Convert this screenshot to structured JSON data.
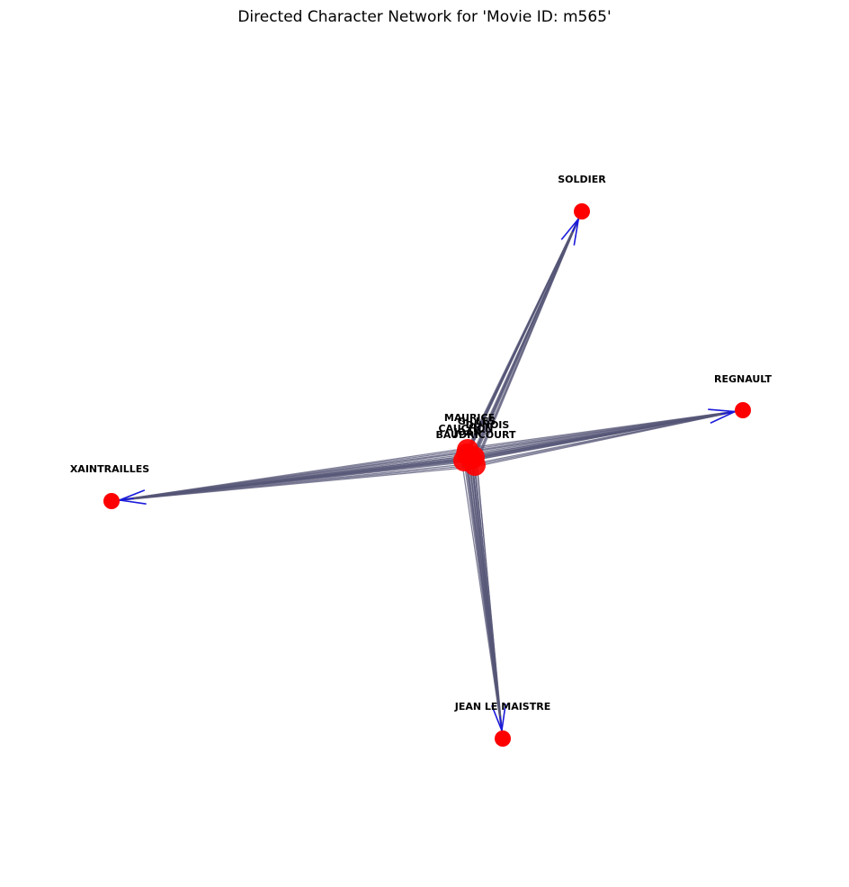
{
  "title": "Directed Character Network for 'Movie ID: m565'",
  "colors": {
    "node": "#ff0000",
    "edge": "#555577",
    "arrow": "#1a1adb",
    "label": "#000000"
  },
  "chart_data": {
    "type": "network",
    "directed": true,
    "nodes": [
      {
        "id": "SOLDIER",
        "label": "SOLDIER",
        "group": "outer"
      },
      {
        "id": "REGNAULT",
        "label": "REGNAULT",
        "group": "outer"
      },
      {
        "id": "XAINTRAILLES",
        "label": "XAINTRAILLES",
        "group": "outer"
      },
      {
        "id": "JEAN LE MAISTRE",
        "label": "JEAN LE MAISTRE",
        "group": "outer"
      },
      {
        "id": "MAURICE",
        "label": "MAURICE",
        "group": "hub"
      },
      {
        "id": "DUNOIS",
        "label": "DUNOIS",
        "group": "hub"
      },
      {
        "id": "CAUCHON",
        "label": "CAUCHON",
        "group": "hub"
      },
      {
        "id": "JOAN",
        "label": "JOAN",
        "group": "hub"
      },
      {
        "id": "GILLES",
        "label": "GILLES",
        "group": "hub"
      },
      {
        "id": "BAUDRICOURT",
        "label": "BAUDRICOURT",
        "group": "hub"
      }
    ],
    "edges_to_outer": [
      "SOLDIER",
      "REGNAULT",
      "XAINTRAILLES",
      "JEAN LE MAISTRE"
    ]
  }
}
